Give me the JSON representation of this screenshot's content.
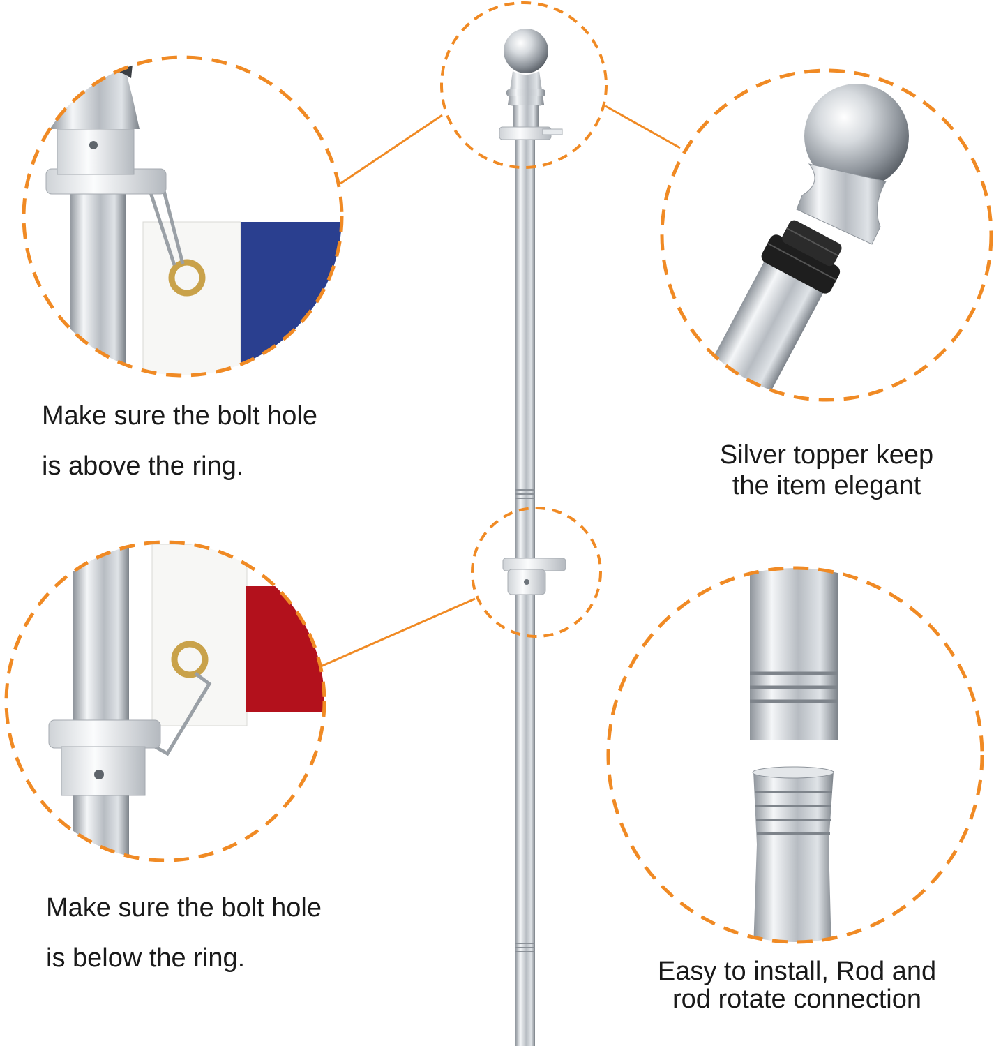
{
  "colors": {
    "dash_circle": "#f08a24",
    "connector": "#f08a24",
    "pole_silver": "#c9cdd2",
    "flag_blue": "#2a3f8f",
    "flag_red": "#b3111c",
    "grommet_gold": "#c9a24a",
    "rubber_black": "#1e1e1e",
    "text": "#1a1a1a"
  },
  "icons": {
    "pole": "flagpole-illustration",
    "topper": "ball-topper-illustration",
    "ring": "anti-wrap-ring-illustration",
    "joint": "rod-joint-illustration"
  },
  "captions": {
    "top_left": {
      "line1": "Make sure the bolt hole",
      "line2": "is above the ring."
    },
    "top_right": {
      "line1": "Silver topper keep",
      "line2": "the item elegant"
    },
    "bottom_left": {
      "line1": "Make sure the bolt hole",
      "line2": "is below the ring."
    },
    "bottom_right": {
      "line1": "Easy to install, Rod and",
      "line2": "rod rotate connection"
    }
  }
}
